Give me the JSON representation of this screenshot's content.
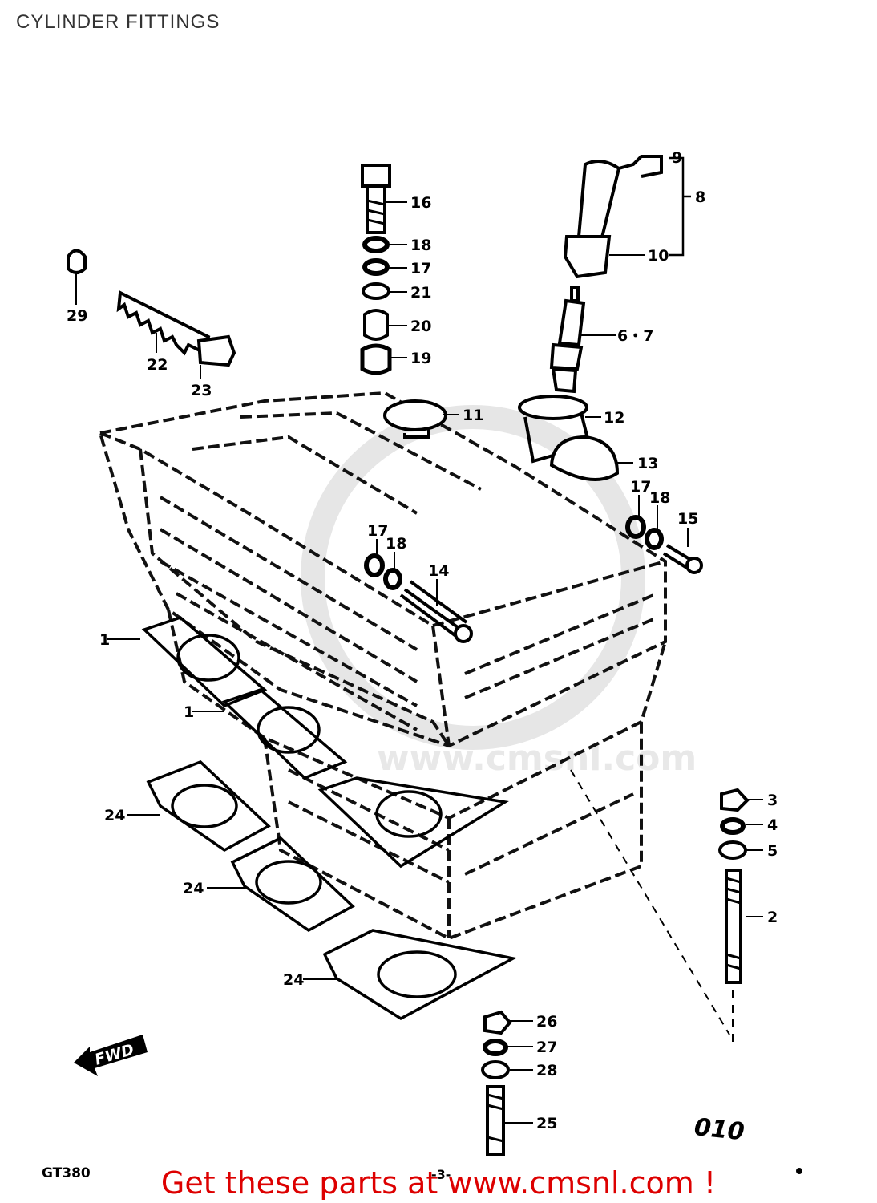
{
  "title": "CYLINDER FITTINGS",
  "footer": "Get these parts at www.cmsnl.com !",
  "footer_color": "#dd0000",
  "model_code": "GT380",
  "diagram_code": "010",
  "page_number": "-3-",
  "fwd_label": "FWD",
  "watermark": "www.cmsnl.com",
  "callouts": [
    "1",
    "1",
    "2",
    "3",
    "4",
    "5",
    "6・7",
    "8",
    "9",
    "10",
    "11",
    "12",
    "13",
    "14",
    "15",
    "16",
    "17",
    "17",
    "17",
    "18",
    "18",
    "18",
    "19",
    "20",
    "21",
    "22",
    "23",
    "24",
    "24",
    "24",
    "25",
    "26",
    "27",
    "28",
    "29"
  ]
}
